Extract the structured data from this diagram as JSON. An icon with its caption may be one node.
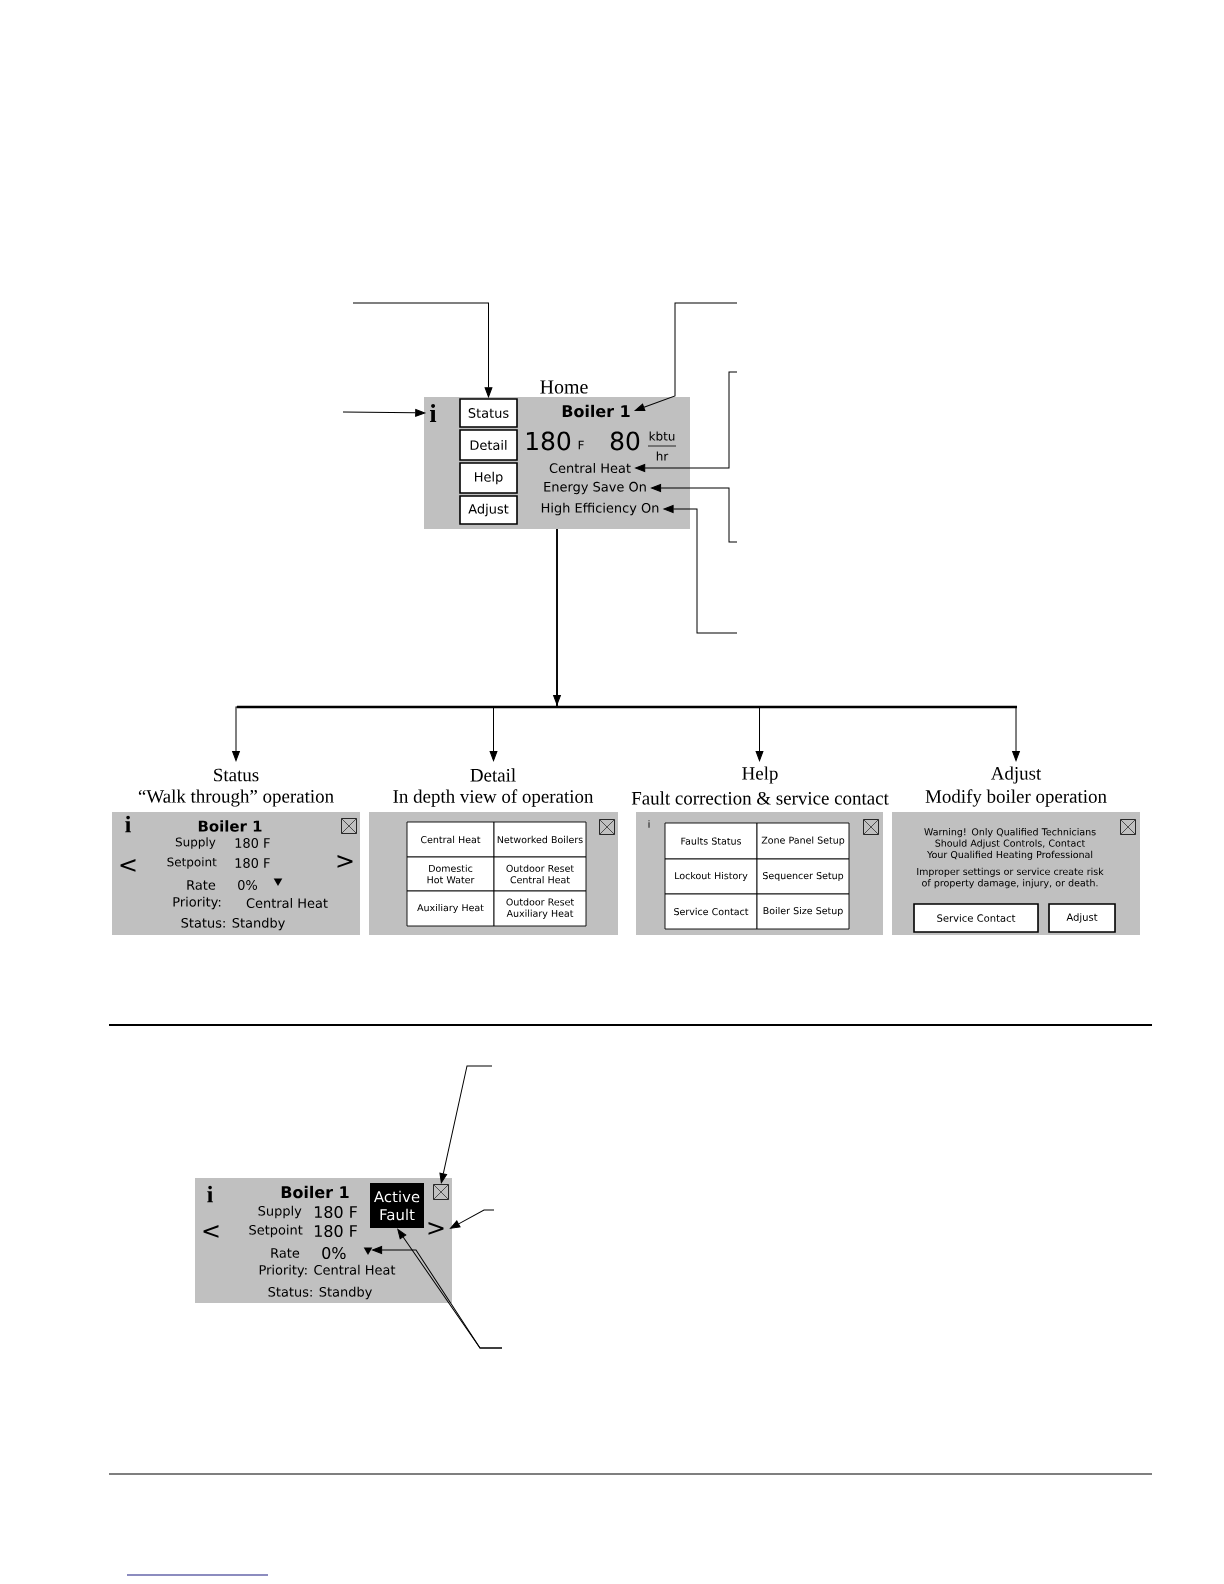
{
  "diagram": {
    "nodes": [
      {
        "text": [
          "Home",
          "180",
          "F",
          "80",
          "kbtu",
          "hr"
        ]
      },
      {
        "text": [
          "i"
        ],
        "in": 0
      },
      {
        "text": [
          "Status"
        ],
        "in": 0
      },
      {
        "text": [
          "Detail"
        ],
        "in": 0
      },
      {
        "text": [
          "Help"
        ],
        "in": 0
      },
      {
        "text": [
          "Adjust"
        ],
        "in": 0
      },
      {
        "text": [
          "Boiler 1"
        ],
        "in": 0
      },
      {
        "text": [
          "Central Heat"
        ],
        "in": 0
      },
      {
        "text": [
          "Energy Save On"
        ],
        "in": 0
      },
      {
        "text": [
          "High Efficiency On"
        ],
        "in": 0
      },
      {
        "text": [
          "Status",
          "“Walk through” operation",
          "i",
          "Boiler 1",
          "Supply",
          "180 F",
          "Setpoint",
          "180 F",
          "<",
          ">",
          "Rate",
          "0%",
          "Priority:",
          "Central Heat",
          "Status: Standby"
        ]
      },
      {
        "text": [
          "Detail",
          "In depth view of operation"
        ]
      },
      {
        "text": [
          "Central Heat"
        ],
        "in": 11
      },
      {
        "text": [
          "Networked Boilers"
        ],
        "in": 11
      },
      {
        "text": [
          "Domestic Hot Water"
        ],
        "in": 11
      },
      {
        "text": [
          "Outdoor Reset Central Heat"
        ],
        "in": 11
      },
      {
        "text": [
          "Auxiliary Heat"
        ],
        "in": 11
      },
      {
        "text": [
          "Outdoor Reset Auxiliary Heat"
        ],
        "in": 11
      },
      {
        "text": [
          "Help",
          "Fault correction & service contact",
          "i"
        ]
      },
      {
        "text": [
          "Faults Status"
        ],
        "in": 18
      },
      {
        "text": [
          "Zone Panel Setup"
        ],
        "in": 18
      },
      {
        "text": [
          "Lockout History"
        ],
        "in": 18
      },
      {
        "text": [
          "Sequencer Setup"
        ],
        "in": 18
      },
      {
        "text": [
          "Service Contact"
        ],
        "in": 18
      },
      {
        "text": [
          "Boiler Size Setup"
        ],
        "in": 18
      },
      {
        "text": [
          "Adjust",
          "Modify boiler operation",
          "Warning! Only Qualified Technicians Should Adjust Controls, Contact Your Qualified Heating Professional",
          "Improper settings or service create risk of property damage, injury, or death."
        ]
      },
      {
        "text": [
          "Service Contact"
        ],
        "in": 25
      },
      {
        "text": [
          "Adjust"
        ],
        "in": 25
      },
      {
        "text": [
          "i",
          "Boiler 1",
          "Supply",
          "180 F",
          "Setpoint",
          "180 F",
          "<",
          "Rate",
          "0%",
          "Priority: Central Heat",
          "Status: Standby"
        ]
      },
      {
        "text": [
          "Active Fault"
        ],
        "in": 28
      },
      {
        "text": [],
        "shape": "box",
        "in": 28
      },
      {
        "text": [
          ">"
        ],
        "in": 28
      },
      {
        "text": [],
        "shape": "triangle",
        "in": 28
      }
    ],
    "edges": [
      {
        "from": null,
        "to": 1,
        "arrow": "to"
      },
      {
        "from": null,
        "to": 2,
        "arrow": "to"
      },
      {
        "from": null,
        "to": 6,
        "arrow": "to"
      },
      {
        "from": null,
        "to": 7,
        "arrow": "to"
      },
      {
        "from": null,
        "to": 8,
        "arrow": "to"
      },
      {
        "from": null,
        "to": 9,
        "arrow": "to"
      },
      {
        "from": 0,
        "to": 10,
        "arrow": "to"
      },
      {
        "from": 0,
        "to": 11,
        "arrow": "to"
      },
      {
        "from": 0,
        "to": 18,
        "arrow": "to"
      },
      {
        "from": 0,
        "to": 25,
        "arrow": "to"
      },
      {
        "from": null,
        "to": 30,
        "arrow": "to"
      },
      {
        "from": null,
        "to": 31,
        "arrow": "to"
      },
      {
        "from": null,
        "to": 32,
        "arrow": "to"
      },
      {
        "from": null,
        "to": 29,
        "arrow": "to"
      }
    ]
  }
}
